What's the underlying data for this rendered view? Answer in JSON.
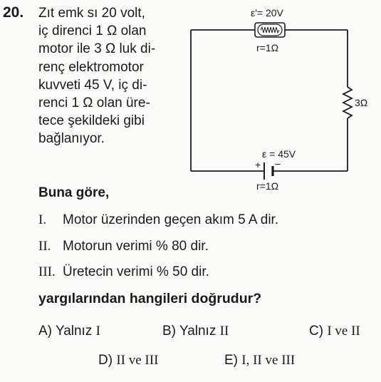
{
  "question": {
    "number": "20.",
    "stem_lines": [
      "Zıt emk sı  20  volt,",
      "iç direnci   1 Ω olan",
      "motor ile 3 Ω luk di-",
      "renç   elektromotor",
      "kuvveti   45 V, iç di-",
      "renci  1 Ω  olan üre-",
      "tece  şekildeki  gibi",
      "bağlanıyor."
    ],
    "lead_in": "Buna göre,",
    "statements": [
      {
        "roman": "I.",
        "text": "Motor üzerinden geçen akım  5 A dir."
      },
      {
        "roman": "II.",
        "text": "Motorun verimi  % 80 dir."
      },
      {
        "roman": "III.",
        "text": "Üretecin verimi  % 50 dir."
      }
    ],
    "ask": "yargılarından hangileri doğrudur?",
    "options": [
      {
        "letter": "A)",
        "text": "Yalnız",
        "roman": "I"
      },
      {
        "letter": "B)",
        "text": "Yalnız",
        "roman": "II"
      },
      {
        "letter": "C)",
        "roman": "I ve II"
      },
      {
        "letter": "D)",
        "roman": "II ve III"
      },
      {
        "letter": "E)",
        "roman": "I, II ve III"
      }
    ]
  },
  "circuit": {
    "motor_emf": "ε'= 20V",
    "motor_r": "r=1Ω",
    "resistor": "3Ω",
    "source_emf": "ε = 45V",
    "plus": "+",
    "minus": "–",
    "source_r": "r=1Ω"
  }
}
